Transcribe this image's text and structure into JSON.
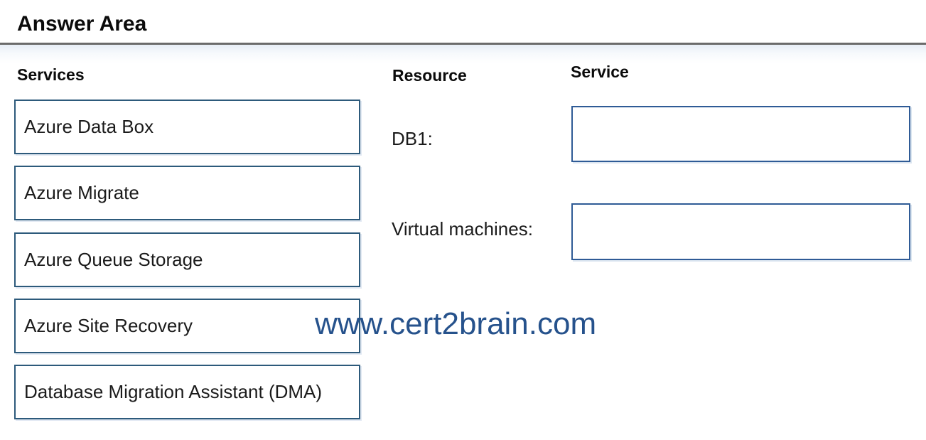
{
  "header": {
    "title": "Answer Area"
  },
  "services": {
    "header": "Services",
    "items": [
      {
        "label": "Azure Data Box"
      },
      {
        "label": "Azure Migrate"
      },
      {
        "label": "Azure Queue Storage"
      },
      {
        "label": "Azure Site Recovery"
      },
      {
        "label": "Database Migration Assistant (DMA)"
      }
    ]
  },
  "answer": {
    "resource_header": "Resource",
    "service_header": "Service",
    "rows": [
      {
        "resource": "DB1:",
        "service_value": ""
      },
      {
        "resource": "Virtual machines:",
        "service_value": ""
      }
    ]
  },
  "watermark": {
    "text": "www.cert2brain.com"
  },
  "colors": {
    "option_box_border": "#2d5a7b",
    "drop_box_border": "#2f5b96",
    "watermark_blue": "#26528c",
    "divider_gray": "#6b6b6b",
    "text_black": "#1b1b1b"
  }
}
